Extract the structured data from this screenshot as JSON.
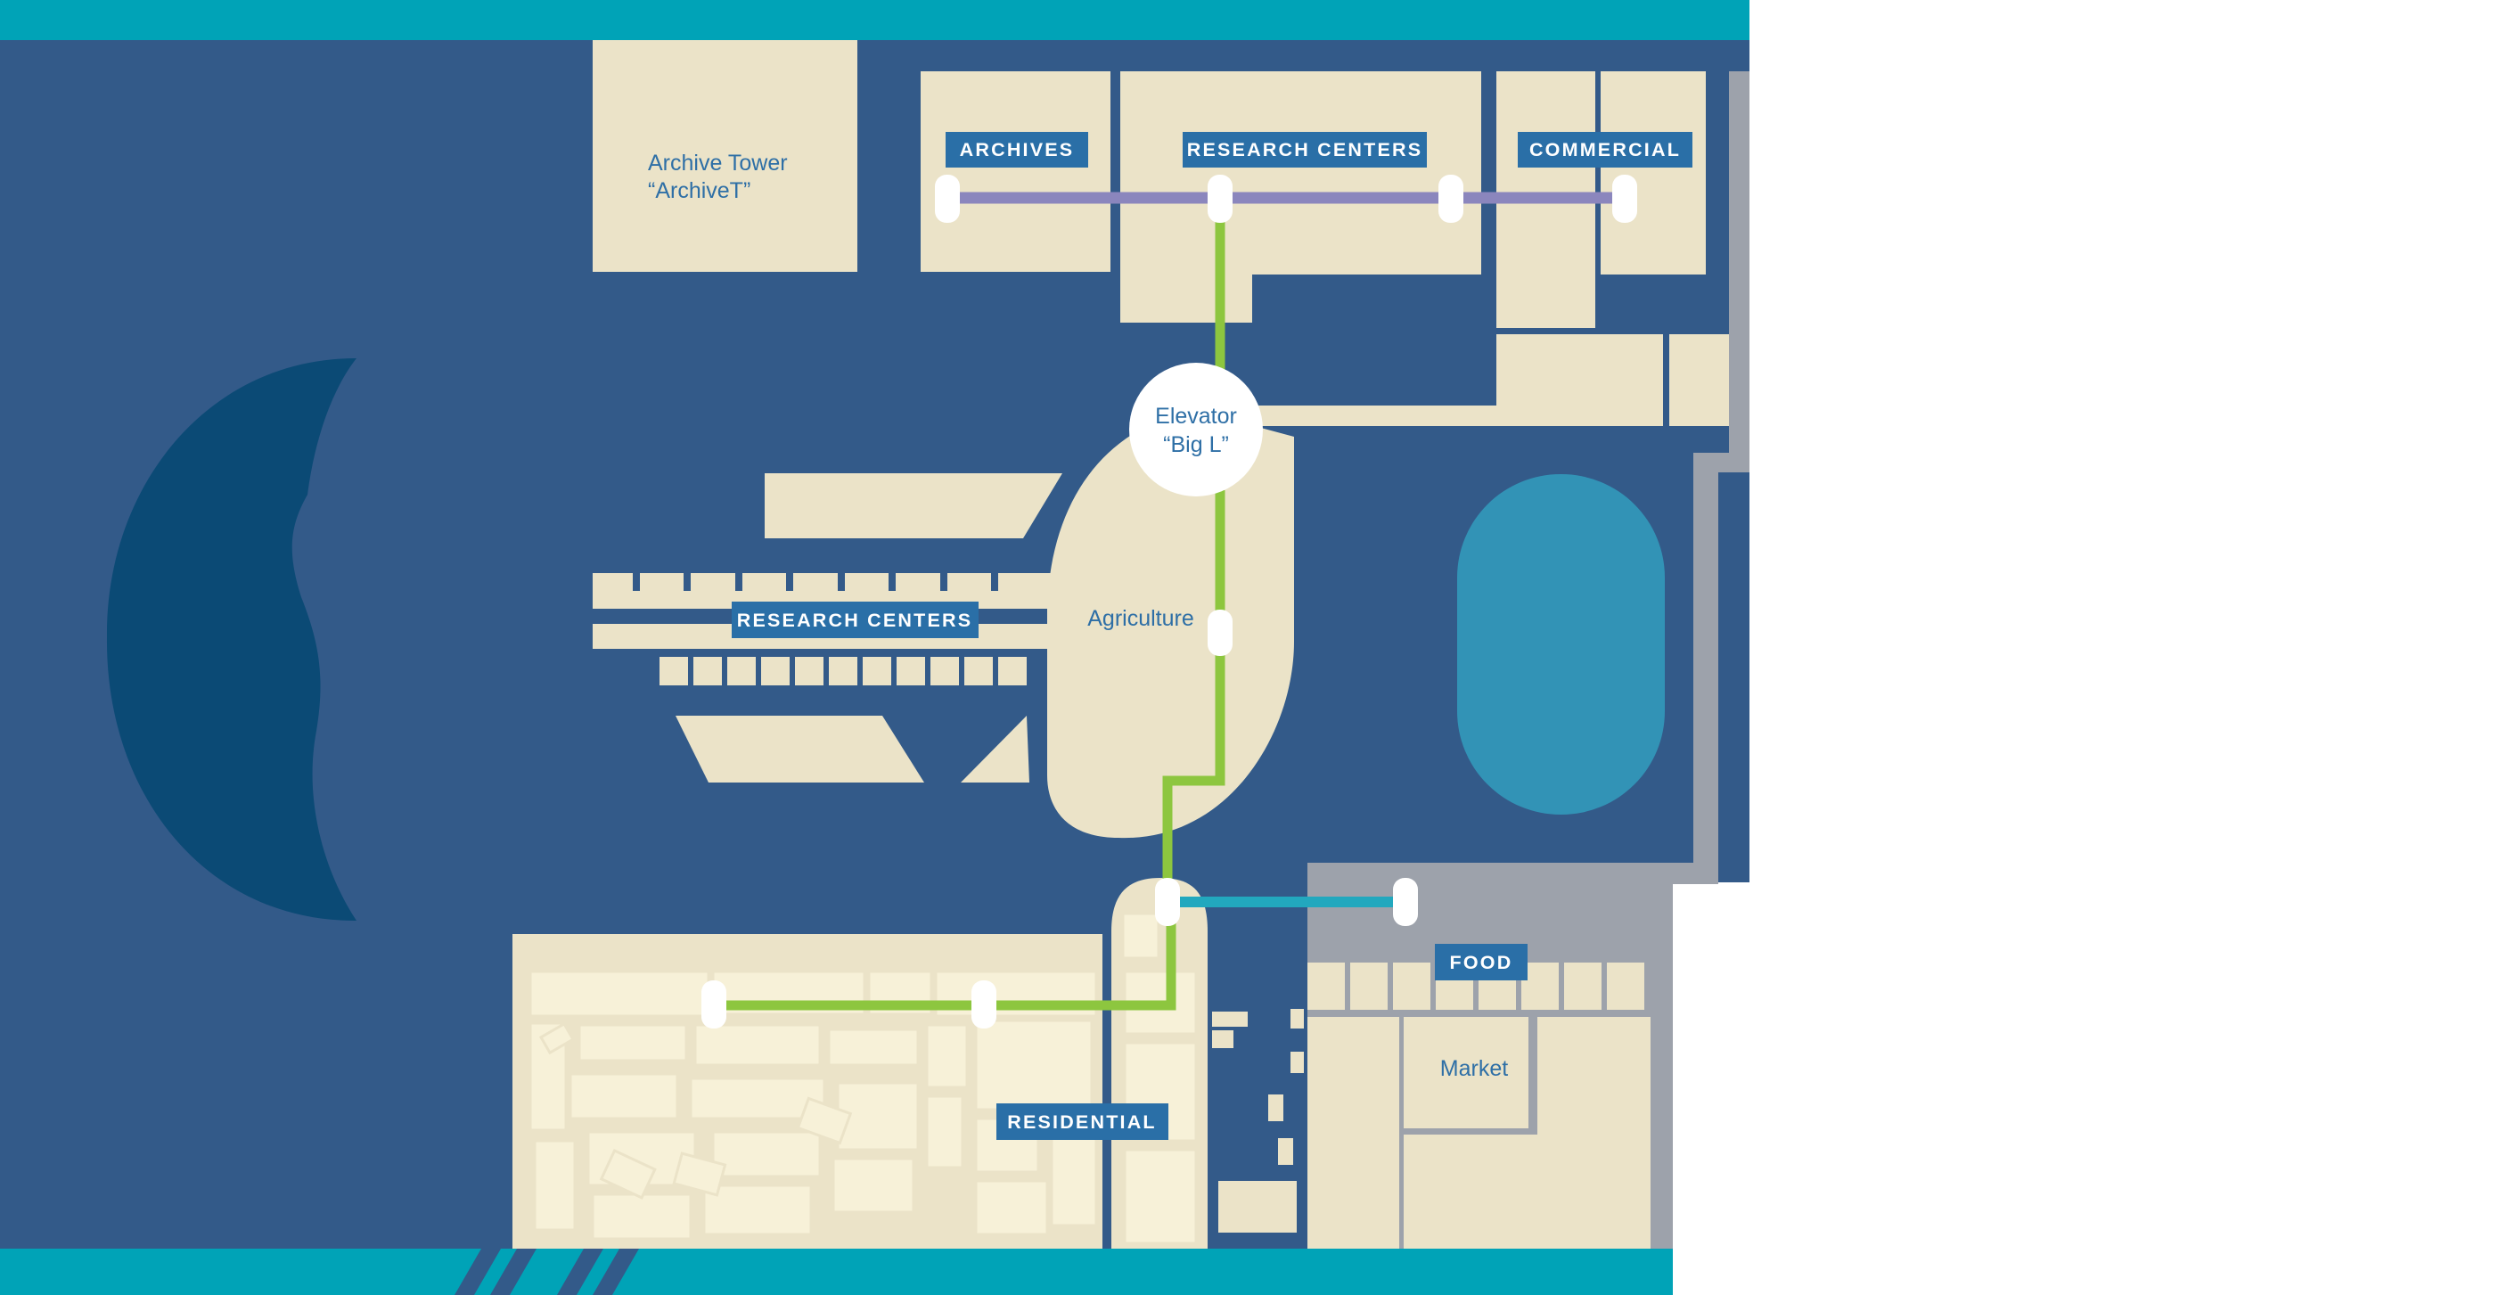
{
  "labels": {
    "archive_tower_line1": "Archive Tower",
    "archive_tower_line2": "“ArchiveT”",
    "elevator_line1": "Elevator",
    "elevator_line2": "“Big L”",
    "agriculture": "Agriculture",
    "market": "Market"
  },
  "tags": {
    "archives": "ARCHIVES",
    "research_top": "RESEARCH CENTERS",
    "commercial": "COMMERCIAL",
    "research_mid": "RESEARCH CENTERS",
    "food": "FOOD",
    "residential": "RESIDENTIAL"
  },
  "colors": {
    "water": "#00a3b7",
    "ground": "#335a89",
    "building": "#ebe3c8",
    "crater": "#0b4a75",
    "pool": "#3293b6",
    "wall": "#9da2ab",
    "tag_bg": "#2a6fa7",
    "route_green": "#8dc63f",
    "route_purple": "#8b86bd",
    "route_teal": "#22a8be"
  }
}
